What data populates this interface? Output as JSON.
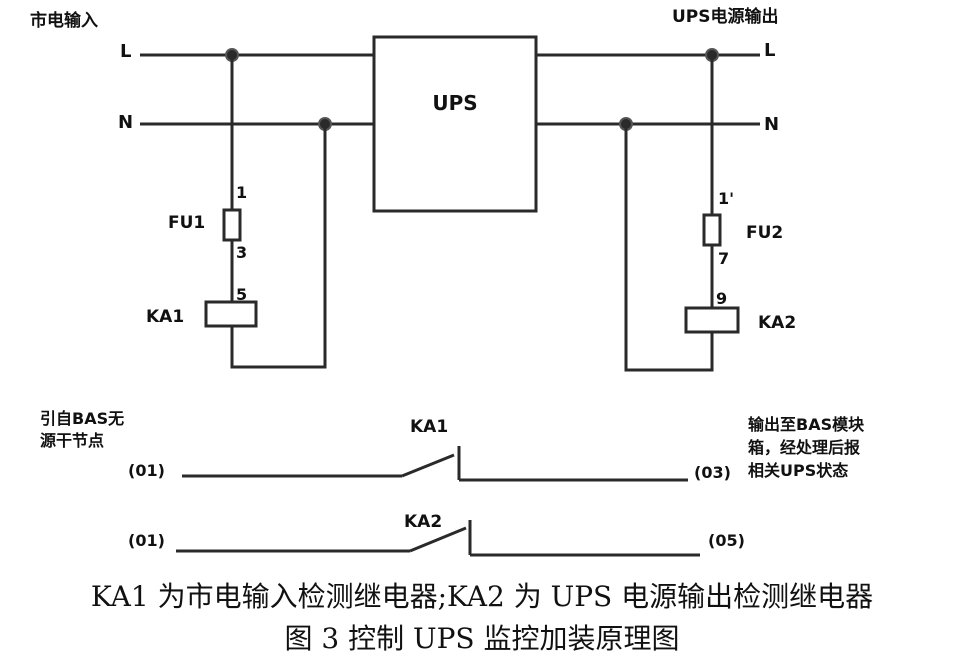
{
  "labels": {
    "mains_input": "市电输入",
    "ups_output": "UPS电源输出",
    "left_L": "L",
    "left_N": "N",
    "right_L": "L",
    "right_N": "N",
    "ups_box": "UPS",
    "fu1": "FU1",
    "fu1_top": "1",
    "fu1_bottom": "3",
    "ka1_coil": "KA1",
    "ka1_top": "5",
    "fu2": "FU2",
    "fu2_top": "1'",
    "fu2_bottom": "7",
    "ka2_coil": "KA2",
    "ka2_top": "9",
    "bas_source_line1": "引自BAS无",
    "bas_source_line2": "源干节点",
    "contact_ka1": "KA1",
    "contact_ka2": "KA2",
    "term_01_a": "(01)",
    "term_03": "(03)",
    "term_01_b": "(01)",
    "term_05": "(05)",
    "bas_out_line1": "输出至BAS模块",
    "bas_out_line2": "箱，经处理后报",
    "bas_out_line3": "相关UPS状态"
  },
  "caption": {
    "line1": "KA1 为市电输入检测继电器;KA2 为 UPS 电源输出检测继电器",
    "line2": "图 3  控制 UPS 监控加装原理图"
  }
}
